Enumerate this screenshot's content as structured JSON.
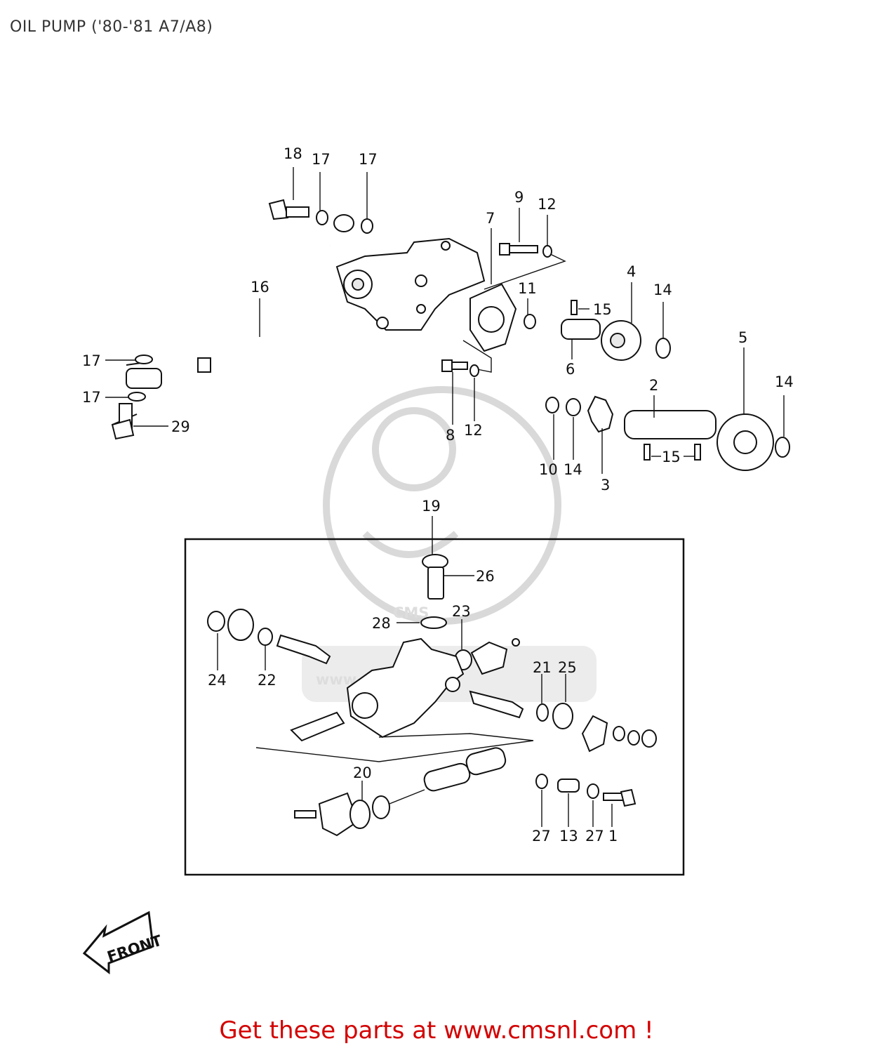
{
  "title": "OIL PUMP ('80-'81 A7/A8)",
  "footer": "Get these parts at www.cmsnl.com !",
  "callouts": {
    "c18": "18",
    "c17a": "17",
    "c17b": "17",
    "c9": "9",
    "c12a": "12",
    "c7": "7",
    "c16": "16",
    "c4": "4",
    "c14a": "14",
    "c11": "11",
    "c15a": "15",
    "c5": "5",
    "c17c": "17",
    "c6": "6",
    "c14b": "14",
    "c2": "2",
    "c17d": "17",
    "c29": "29",
    "c8": "8",
    "c12b": "12",
    "c10": "10",
    "c14c": "14",
    "c15b": "15",
    "c3": "3",
    "c19": "19",
    "c26": "26",
    "c28": "28",
    "c23": "23",
    "c24": "24",
    "c22": "22",
    "c21": "21",
    "c25": "25",
    "c20": "20",
    "c27a": "27",
    "c13": "13",
    "c27b": "27",
    "c1": "1"
  },
  "front_label": "FRONT",
  "watermark": {
    "text": "CMS",
    "url": "www.cmsnl.com"
  }
}
